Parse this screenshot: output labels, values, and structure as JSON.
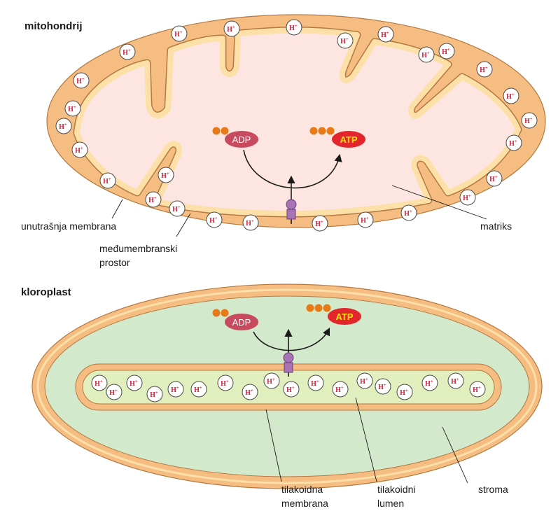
{
  "mitochondrion": {
    "title": "mitohondrij",
    "adp_label": "ADP",
    "atp_label": "ATP",
    "callouts": {
      "inner_membrane": "unutrašnja membrana",
      "intermembrane_line1": "međumembranski",
      "intermembrane_line2": "prostor",
      "matrix": "matriks"
    }
  },
  "chloroplast": {
    "title": "kloroplast",
    "adp_label": "ADP",
    "atp_label": "ATP",
    "callouts": {
      "thylakoid_membrane_line1": "tilakoidna",
      "thylakoid_membrane_line2": "membrana",
      "thylakoid_lumen_line1": "tilakoidni",
      "thylakoid_lumen_line2": "lumen",
      "stroma": "stroma"
    }
  },
  "proton": {
    "base": "H",
    "charge": "+"
  },
  "colors": {
    "membrane_orange": "#f6bd82",
    "membrane_edge": "#b5783e",
    "membrane_highlight": "#fce0a8",
    "matrix_pink": "#fde6e1",
    "stroma_green": "#d3e9cc",
    "lumen_green": "#e0efbd",
    "adp_red": "#c84a5e",
    "atp_red": "#e2262b",
    "atp_text": "#ffe600",
    "phosphate_orange": "#e77a16",
    "atp_synthase_purple": "#a773b4",
    "proton_text": "#d0203a"
  },
  "icons": [
    "phosphate-group-icon",
    "atp-synthase-icon",
    "proton-icon",
    "reaction-arrow-icon"
  ]
}
